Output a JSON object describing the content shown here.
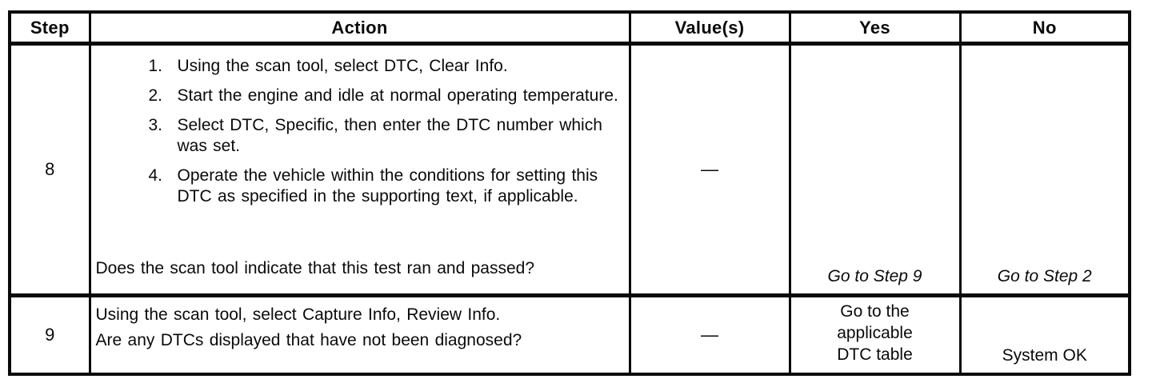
{
  "table": {
    "headers": [
      "Step",
      "Action",
      "Value(s)",
      "Yes",
      "No"
    ],
    "rows": [
      {
        "step": "8",
        "action": {
          "numbers": [
            "1.",
            "2.",
            "3.",
            "4."
          ],
          "items": [
            "Using the scan tool, select DTC, Clear Info.",
            "Start the engine and idle at normal operating temperature.",
            "Select DTC, Specific, then enter the DTC number which was set.",
            "Operate the vehicle within the conditions for setting this DTC as specified in the supporting text, if applicable."
          ],
          "question": "Does the scan tool indicate that this test ran and passed?"
        },
        "values": "—",
        "yes": "Go to Step 9",
        "no": "Go to Step 2"
      },
      {
        "step": "9",
        "action": {
          "lines": [
            "Using the scan tool, select Capture Info, Review Info.",
            "Are any DTCs displayed that have not been diagnosed?"
          ]
        },
        "values": "—",
        "yes": "Go to the applicable DTC table",
        "no": "System OK"
      }
    ]
  },
  "colors": {
    "ink": "#0a0a0a",
    "paper": "#ffffff"
  }
}
